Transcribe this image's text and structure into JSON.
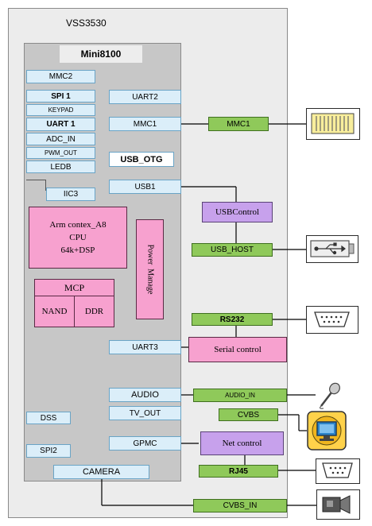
{
  "board_title": "VSS3530",
  "chip_title": "Mini8100",
  "left_blocks": {
    "mmc2": "MMC2",
    "spi1": "SPI 1",
    "keypad": "KEYPAD",
    "uart1": "UART 1",
    "adc_in": "ADC_IN",
    "pwm_out": "PWM_OUT",
    "ledb": "LEDB",
    "iic3": "IIC3",
    "dss": "DSS",
    "spi2": "SPI2"
  },
  "cpu": {
    "line1": "Arm contex_A8",
    "line2": "CPU",
    "line3": "64k+DSP"
  },
  "power_manage": "Power  Manage",
  "mcp": {
    "title": "MCP",
    "nand": "NAND",
    "ddr": "DDR"
  },
  "right_ports": {
    "uart2": "UART2",
    "mmc1": "MMC1",
    "usb_otg": "USB_OTG",
    "usb1": "USB1",
    "uart3": "UART3",
    "audio": "AUDIO",
    "tv_out": "TV_OUT",
    "gpmc": "GPMC",
    "camera": "CAMERA"
  },
  "external": {
    "mmc1": "MMC1",
    "usb_control": "USBControl",
    "usb_host": "USB_HOST",
    "rs232": "RS232",
    "serial_control": "Serial control",
    "audio_in": "AUDIO_IN",
    "cvbs": "CVBS",
    "net_control": "Net control",
    "rj45": "RJ45",
    "cvbs_in": "CVBS_IN"
  },
  "icons": [
    "sd-card-icon",
    "usb-connector-icon",
    "serial-port-icon",
    "microphone-icon",
    "monitor-icon",
    "ethernet-port-icon",
    "camera-icon"
  ],
  "colors": {
    "port_blue": "#dbeef9",
    "interface_green": "#8fc95a",
    "cpu_pink": "#f7a1cf",
    "controller_purple": "#c7a1ec",
    "board_grey": "#ececec",
    "chip_grey": "#c7c7c7"
  }
}
